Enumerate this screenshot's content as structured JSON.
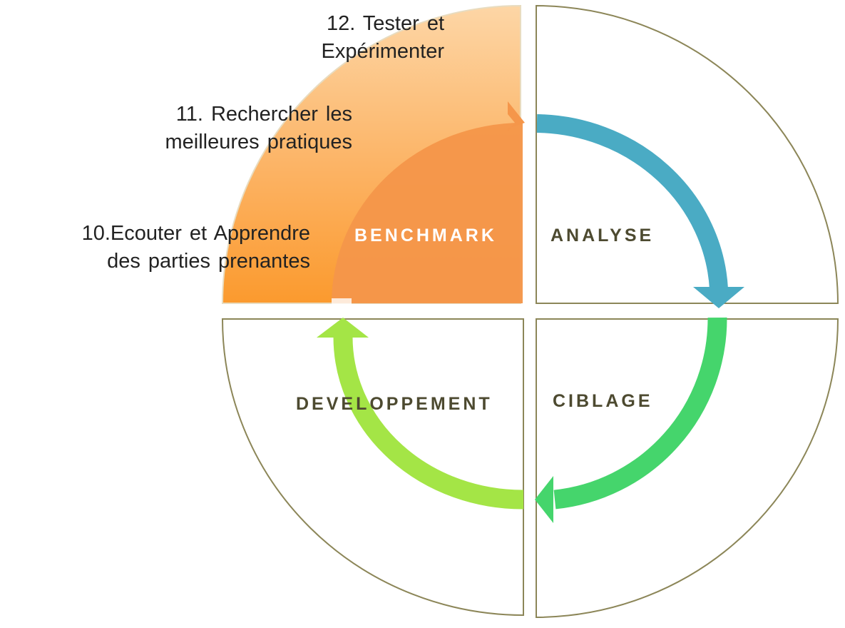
{
  "quadrants": {
    "benchmark": "BENCHMARK",
    "analyse": "ANALYSE",
    "ciblage": "CIBLAGE",
    "developpement": "DEVELOPPEMENT"
  },
  "steps": [
    {
      "line1": "12. Tester  et",
      "line2": "Expérimenter"
    },
    {
      "line1": "11. Rechercher  les",
      "line2": "meilleures  pratiques"
    },
    {
      "line1": "10.Ecouter   et Apprendre",
      "line2": "des parties  prenantes"
    }
  ],
  "colors": {
    "benchmark_outer_top": "#fdd3a1",
    "benchmark_outer_bottom": "#fb9a30",
    "benchmark_inner": "#f5964a",
    "quadrant_border": "#8c8658",
    "quadrant_label_dark": "#4d4a30",
    "benchmark_label": "#ffffff",
    "arrow_analyse": "#4aabc4",
    "arrow_ciblage": "#45d56c",
    "arrow_developpement": "#a4e546"
  }
}
